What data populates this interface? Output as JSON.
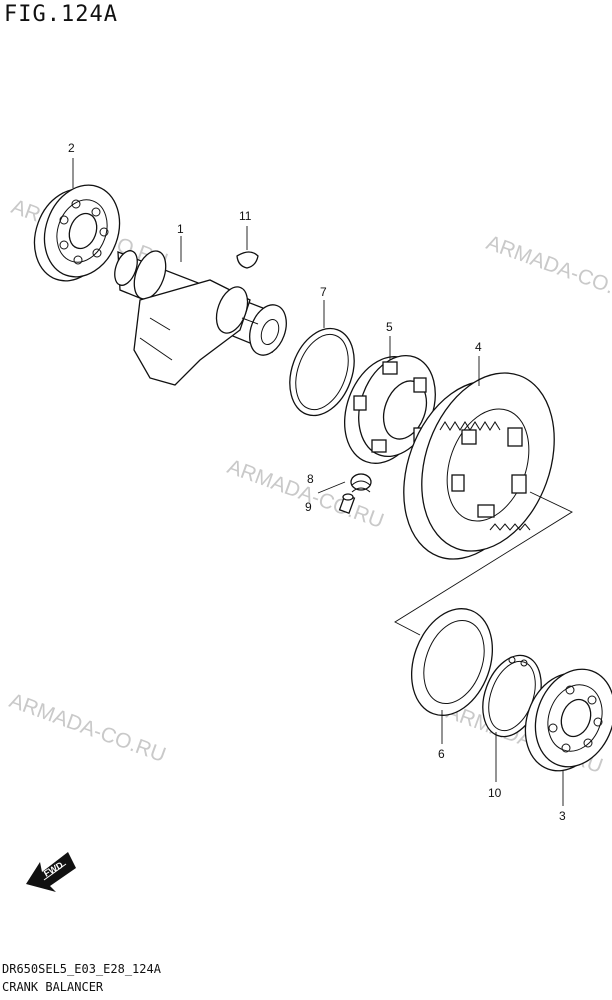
{
  "figure": {
    "title": "FIG.124A",
    "footer_code": "DR650SEL5_E03_E28_124A",
    "footer_name": "CRANK BALANCER"
  },
  "watermarks": [
    "ARMADA-CO.RU",
    "ARMADA-CO.RU",
    "ARMADA-CO.RU",
    "ARMADA-CO.RU",
    "ARMADA-CO.RU"
  ],
  "fwd_label": "FWD",
  "callouts": [
    "2",
    "1",
    "11",
    "7",
    "5",
    "4",
    "8",
    "9",
    "6",
    "10",
    "3"
  ]
}
